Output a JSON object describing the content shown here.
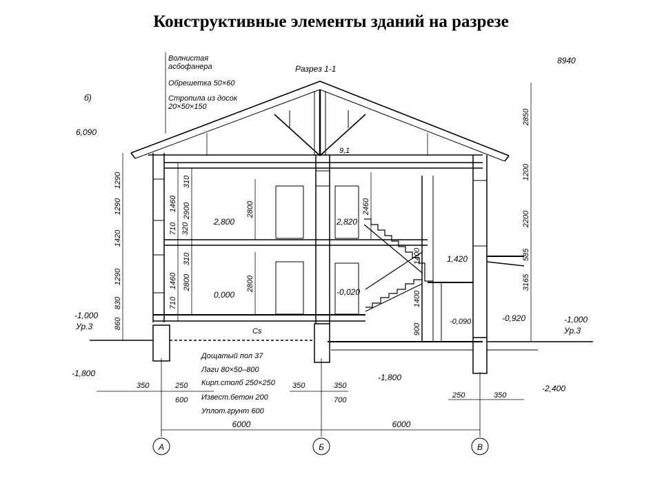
{
  "title": "Конструктивные элементы зданий на разрезе",
  "section_label": "Разрез 1-1",
  "sheet_letter": "б)",
  "roof_notes": [
    "Волнистая",
    "асбофанера",
    "Обрешетка 50×60",
    "Стропила из досок",
    "20×50×150"
  ],
  "floor_notes": [
    "Дощатый пол 37",
    "Лаги 80×50–800",
    "Кирп.столб 250×250",
    "Извест.бетон 200",
    "Уплот.грунт 600"
  ],
  "elevations": {
    "ridge": "8940",
    "eave": "6,090",
    "ground_left": "-1,000",
    "ground_left_ur": "Ур.3",
    "found_left": "-1,800",
    "found_mid": "-1,800",
    "found_right": "-2,400",
    "ground_right": "-1,000",
    "ground_right_ur": "Ур.3",
    "floor2": "2,800",
    "floor1": "0,000",
    "stair_floor2": "2,820",
    "stair_mid": "-0,020",
    "landing": "1,420",
    "lower_floor": "-0,090",
    "vestibule": "-0,920",
    "ceiling_mark": "9,1"
  },
  "dims_left": [
    "1290",
    "1290",
    "1420",
    "1290",
    "830",
    "860"
  ],
  "dims_wall": [
    "1460",
    "710",
    "320",
    "1460",
    "710"
  ],
  "dims_inner": [
    "310",
    "2900",
    "310",
    "2800"
  ],
  "dims_room": [
    "2800",
    "2800"
  ],
  "dims_stair": [
    "2460",
    "1400",
    "1400",
    "900"
  ],
  "dims_right": [
    "2850",
    "1200",
    "2200",
    "585",
    "3165"
  ],
  "dims_bottom": {
    "left_a": "350",
    "left_b": "250",
    "left_c": "600",
    "mid_a": "350",
    "mid_b": "350",
    "mid_c": "700",
    "right_a": "250",
    "right_b": "350",
    "span_1": "6000",
    "span_2": "6000"
  },
  "axes": [
    "А",
    "Б",
    "В"
  ],
  "small_mark": "Cs"
}
